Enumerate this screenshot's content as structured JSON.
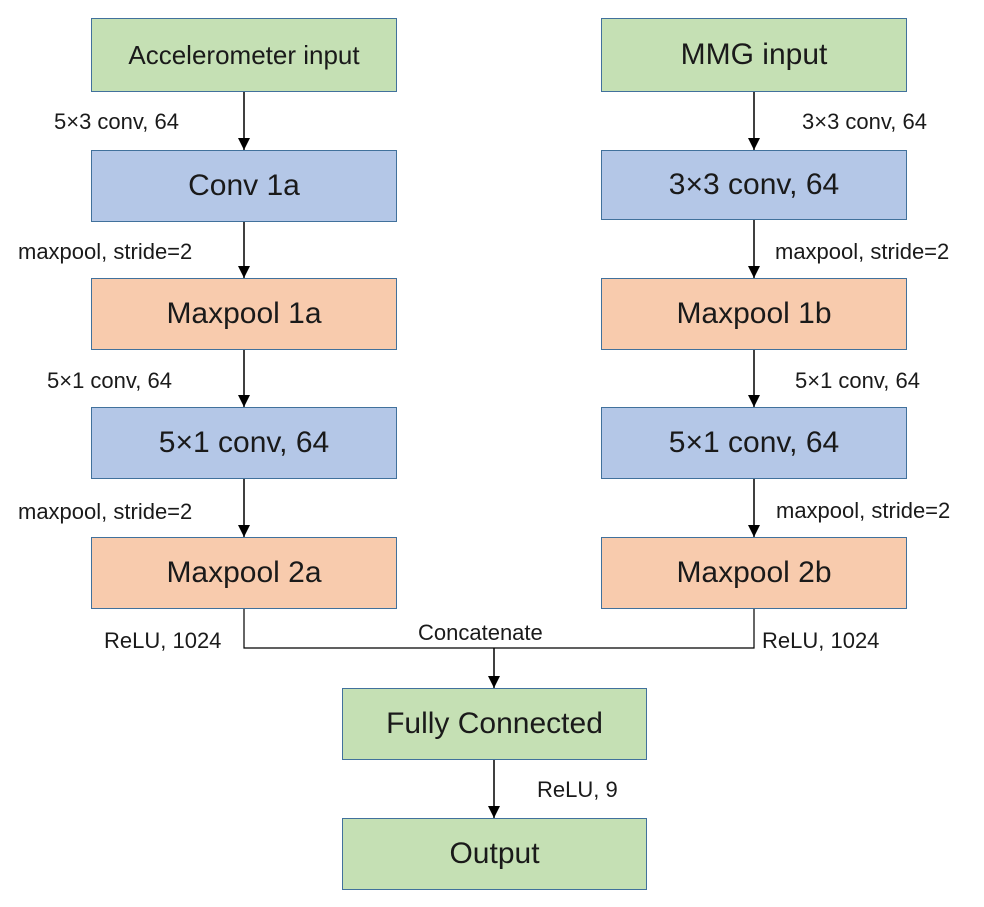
{
  "colors": {
    "input_box": "#c5e0b4",
    "conv_box": "#b4c7e7",
    "pool_box": "#f8cbad",
    "border": "#41719c"
  },
  "left": {
    "input": "Accelerometer input",
    "e1": "5×3 conv, 64",
    "conv1": "Conv 1a",
    "e2": "maxpool, stride=2",
    "pool1": "Maxpool 1a",
    "e3": "5×1 conv, 64",
    "conv2": "5×1 conv, 64",
    "e4": "maxpool, stride=2",
    "pool2": "Maxpool 2a",
    "e5": "ReLU, 1024"
  },
  "right": {
    "input": "MMG input",
    "e1": "3×3 conv, 64",
    "conv1": "3×3 conv, 64",
    "e2": "maxpool, stride=2",
    "pool1": "Maxpool 1b",
    "e3": "5×1 conv, 64",
    "conv2": "5×1 conv, 64",
    "e4": "maxpool, stride=2",
    "pool2": "Maxpool 2b",
    "e5": "ReLU, 1024"
  },
  "merge": {
    "concat": "Concatenate",
    "fc": "Fully Connected",
    "e_out": "ReLU, 9",
    "output": "Output"
  }
}
